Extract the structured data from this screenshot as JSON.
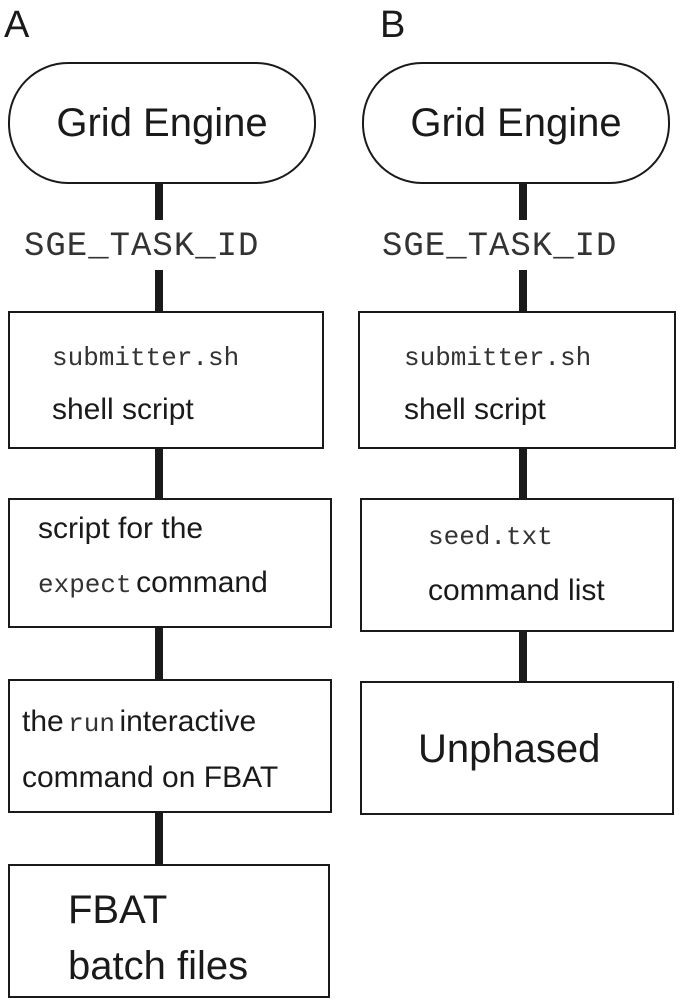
{
  "panels": {
    "a": {
      "letter": "A",
      "terminal": "Grid Engine",
      "env_var": "SGE_TASK_ID",
      "box1": {
        "mono": "submitter.sh",
        "text": "shell script"
      },
      "box2": {
        "line1": "script for the",
        "mono": "expect",
        "text": "command"
      },
      "box3": {
        "pre": "the",
        "mono": "run",
        "post": "interactive",
        "line2": "command on FBAT"
      },
      "box4": {
        "line1": "FBAT",
        "line2": "batch files"
      }
    },
    "b": {
      "letter": "B",
      "terminal": "Grid Engine",
      "env_var": "SGE_TASK_ID",
      "box1": {
        "mono": "submitter.sh",
        "text": "shell script"
      },
      "box2": {
        "mono": "seed.txt",
        "text": "command list"
      },
      "box3": {
        "text": "Unphased"
      }
    }
  }
}
